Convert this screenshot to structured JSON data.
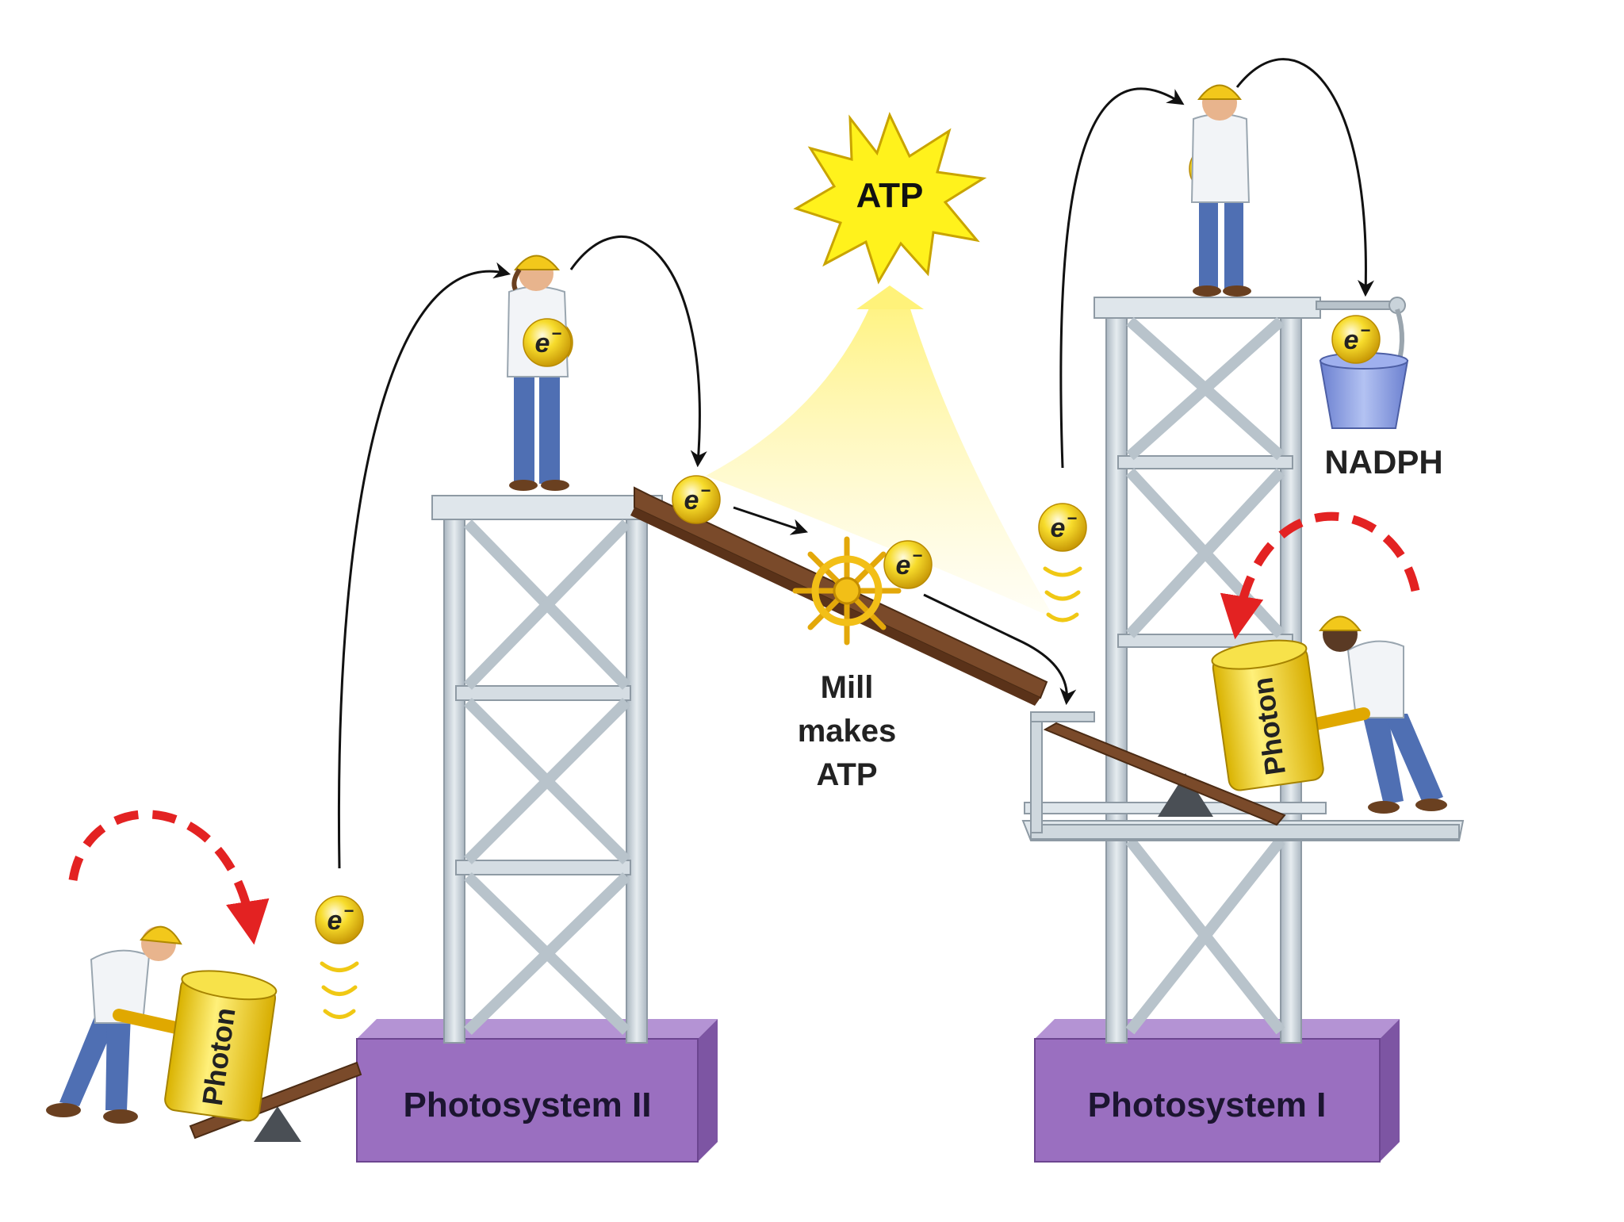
{
  "labels": {
    "ps2": "Photosystem II",
    "ps1": "Photosystem I",
    "atp": "ATP",
    "nadph": "NADPH",
    "mill_line1": "Mill",
    "mill_line2": "makes",
    "mill_line3": "ATP",
    "photon": "Photon",
    "electron": "e",
    "electron_charge": "−"
  },
  "colors": {
    "base_purple": "#9a6fc0",
    "base_purple_top": "#b493d4",
    "base_purple_side": "#7d55a3",
    "tower_steel": "#c9d3da",
    "tower_edge": "#8e9aa4",
    "electron_yellow": "#f4d21c",
    "photon_yellow": "#f0d21a",
    "photon_arrow_red": "#e32222",
    "ramp_brown": "#7a4a2a",
    "atp_star": "#fff21c",
    "light_beam": "#fff3a0",
    "bucket_blue": "#8a9ee8",
    "shirt": "#f2f4f7",
    "jeans": "#4f6fb3",
    "hardhat": "#f2c81b"
  },
  "icons": [
    "electron-icon",
    "photon-hammer-icon",
    "hardhat-worker-icon",
    "atp-burst-icon",
    "mill-wheel-icon",
    "bucket-icon",
    "seesaw-icon",
    "tower-icon"
  ]
}
